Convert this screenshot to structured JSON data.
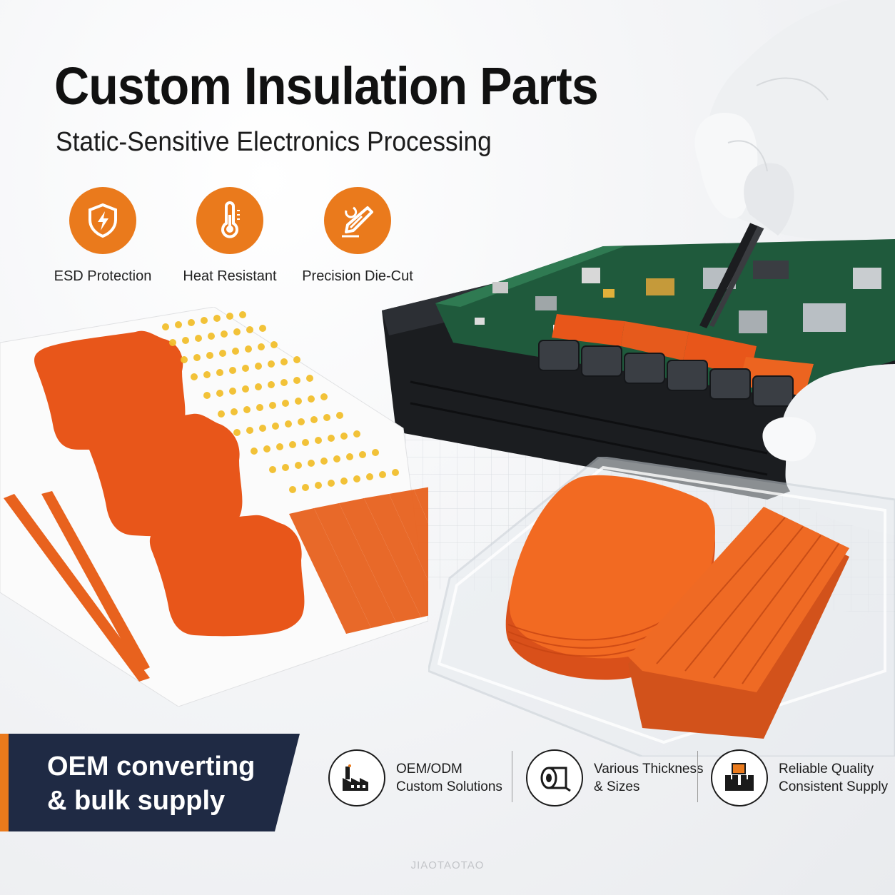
{
  "header": {
    "title": "Custom Insulation Parts",
    "subtitle": "Static-Sensitive Electronics Processing"
  },
  "features": [
    {
      "icon": "shield-lightning-icon",
      "label": "ESD Protection"
    },
    {
      "icon": "thermometer-icon",
      "label": "Heat Resistant"
    },
    {
      "icon": "knife-cut-icon",
      "label": "Precision Die-Cut"
    }
  ],
  "oem_banner": {
    "line1": "OEM converting",
    "line2": "& bulk supply"
  },
  "badges": [
    {
      "icon": "factory-icon",
      "line1": "OEM/ODM",
      "line2": "Custom Solutions"
    },
    {
      "icon": "film-roll-icon",
      "line1": "Various Thickness",
      "line2": "& Sizes"
    },
    {
      "icon": "boxes-icon",
      "line1": "Reliable Quality",
      "line2": "Consistent Supply"
    }
  ],
  "watermark": "JIAOTAOTAO",
  "colors": {
    "accent": "#ea7a1c",
    "part_orange": "#e8561a",
    "dot_yellow": "#f2c02e",
    "banner_navy": "#1f2a44",
    "pcb_green": "#1f5a3c"
  }
}
